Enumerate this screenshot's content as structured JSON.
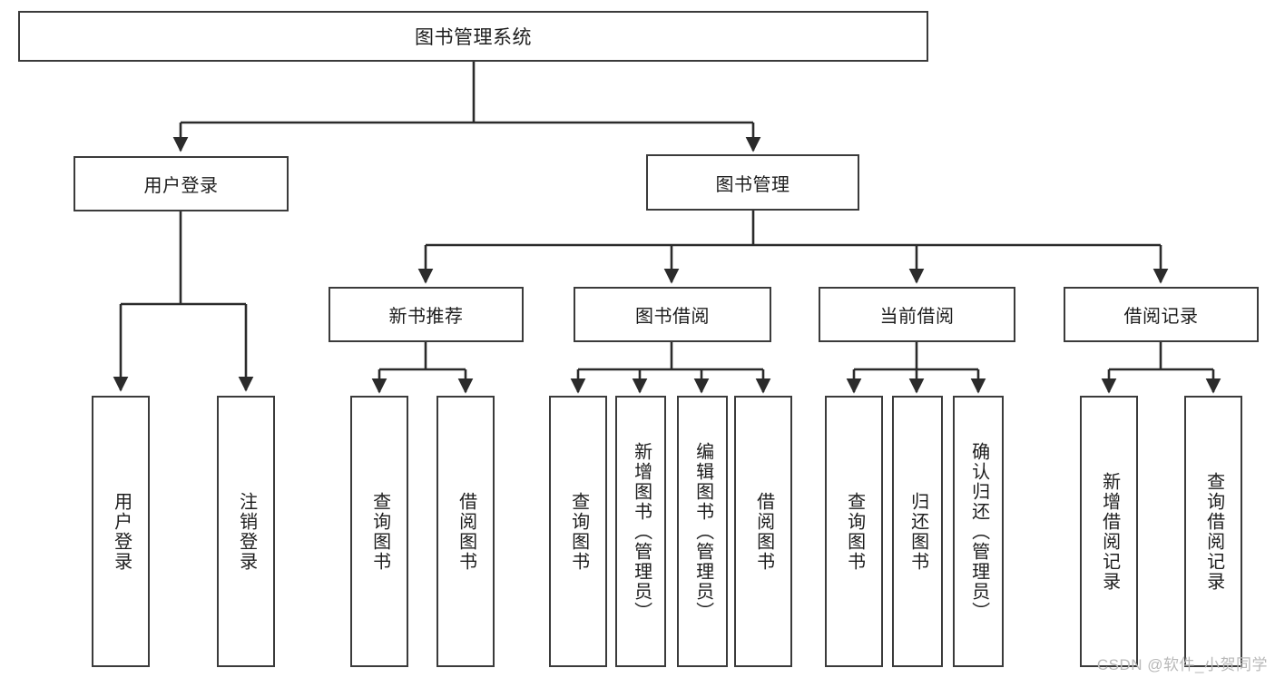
{
  "diagram": {
    "title": "图书管理系统",
    "type": "tree",
    "watermark": "CSDN @软件_小贺同学",
    "colors": {
      "box_border": "#3b3b3b",
      "box_fill": "#ffffff",
      "line": "#2b2b2b",
      "text": "#1d1d1d",
      "watermark": "#b9b9b9",
      "background": "#ffffff"
    },
    "root": {
      "label": "图书管理系统"
    },
    "level2": [
      {
        "id": "user-login",
        "label": "用户登录"
      },
      {
        "id": "book-manage",
        "label": "图书管理"
      }
    ],
    "level3": [
      {
        "id": "new-book-rec",
        "label": "新书推荐",
        "parent": "book-manage"
      },
      {
        "id": "book-borrow",
        "label": "图书借阅",
        "parent": "book-manage"
      },
      {
        "id": "current-borrow",
        "label": "当前借阅",
        "parent": "book-manage"
      },
      {
        "id": "borrow-record",
        "label": "借阅记录",
        "parent": "book-manage"
      }
    ],
    "leaves": [
      {
        "id": "leaf-user-login",
        "label": "用户登录",
        "parent": "user-login"
      },
      {
        "id": "leaf-logout",
        "label": "注销登录",
        "parent": "user-login"
      },
      {
        "id": "leaf-query-book-1",
        "label": "查询图书",
        "parent": "new-book-rec"
      },
      {
        "id": "leaf-borrow-book-1",
        "label": "借阅图书",
        "parent": "new-book-rec"
      },
      {
        "id": "leaf-query-book-2",
        "label": "查询图书",
        "parent": "book-borrow"
      },
      {
        "id": "leaf-add-book",
        "label": "新增图书（管理员）",
        "parent": "book-borrow"
      },
      {
        "id": "leaf-edit-book",
        "label": "编辑图书（管理员）",
        "parent": "book-borrow"
      },
      {
        "id": "leaf-borrow-book-2",
        "label": "借阅图书",
        "parent": "book-borrow"
      },
      {
        "id": "leaf-query-book-3",
        "label": "查询图书",
        "parent": "current-borrow"
      },
      {
        "id": "leaf-return-book",
        "label": "归还图书",
        "parent": "current-borrow"
      },
      {
        "id": "leaf-confirm-return",
        "label": "确认归还（管理员）",
        "parent": "current-borrow"
      },
      {
        "id": "leaf-add-record",
        "label": "新增借阅记录",
        "parent": "borrow-record"
      },
      {
        "id": "leaf-query-record",
        "label": "查询借阅记录",
        "parent": "borrow-record"
      }
    ]
  }
}
